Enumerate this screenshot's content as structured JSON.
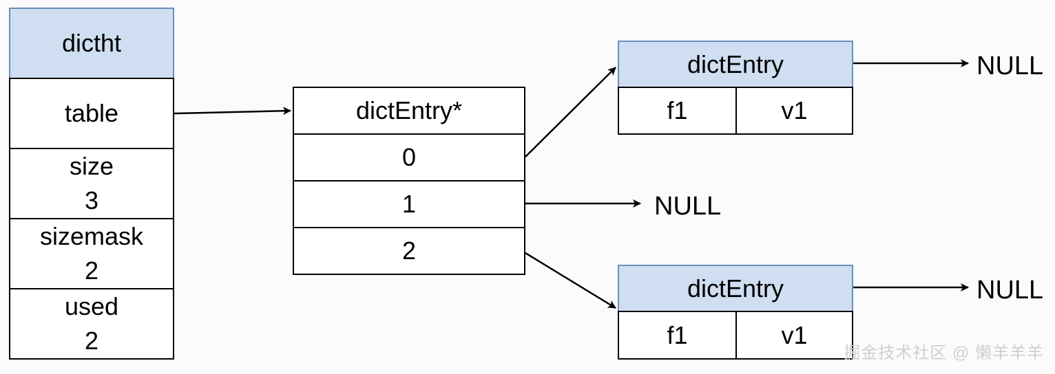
{
  "dictht": {
    "title": "dictht",
    "table": "table",
    "size_label": "size",
    "size_value": "3",
    "sizemask_label": "sizemask",
    "sizemask_value": "2",
    "used_label": "used",
    "used_value": "2"
  },
  "bucket_array": {
    "title": "dictEntry*",
    "slots": [
      "0",
      "1",
      "2"
    ]
  },
  "entry_top": {
    "title": "dictEntry",
    "key": "f1",
    "value": "v1"
  },
  "entry_bottom": {
    "title": "dictEntry",
    "key": "f1",
    "value": "v1"
  },
  "null_labels": {
    "slot1": "NULL",
    "entry_top_next": "NULL",
    "entry_bottom_next": "NULL"
  },
  "watermark": "掘金技术社区 @ 懒羊羊羊",
  "colors": {
    "header_fill": "#cfdef0",
    "header_border": "#6c8ebf",
    "stroke": "#000000"
  }
}
